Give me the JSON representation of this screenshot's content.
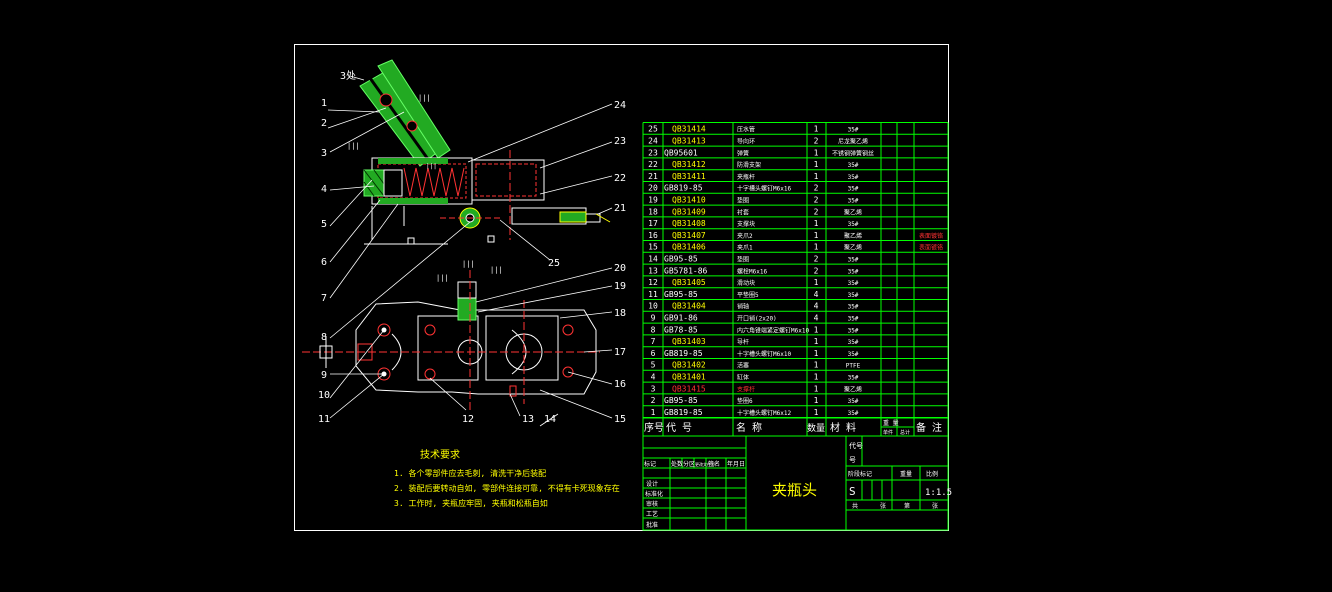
{
  "colors": {
    "background": "#000000",
    "frame": "#ffffff",
    "table_line": "#00ff00",
    "text": "#ffffff",
    "code_yellow": "#ffff00",
    "code_highlight": "#ff3333",
    "part_fill": "#22aa22",
    "leader": "#ffffff",
    "center_line": "#ff0000",
    "dimension": "#00ffff",
    "section_hatch": "#33cc33"
  },
  "drawing": {
    "part_labels_left": [
      "1",
      "2",
      "3",
      "4",
      "5",
      "6",
      "7",
      "8",
      "9",
      "10",
      "11"
    ],
    "part_labels_right": [
      "24",
      "23",
      "22",
      "21",
      "25",
      "20",
      "19",
      "18",
      "17",
      "16",
      "15"
    ],
    "bottom_labels": [
      "12",
      "13",
      "14"
    ],
    "top_label": "3处",
    "tech_requirements": {
      "title": "技术要求",
      "items": [
        "1. 各个零部件应去毛刺, 清洗干净后装配",
        "2. 装配后要转动自如, 零部件连接可靠, 不得有卡死现象存在",
        "3. 工作时, 夹瓶应牢固, 夹瓶和松瓶自如"
      ]
    }
  },
  "bom": {
    "rows": [
      {
        "no": "25",
        "code": "QB31414",
        "name": "压水管",
        "qty": "1",
        "material": "35#",
        "note": "",
        "code_color": "yellow"
      },
      {
        "no": "24",
        "code": "QB31413",
        "name": "导向环",
        "qty": "2",
        "material": "尼龙聚乙烯",
        "note": "",
        "code_color": "yellow"
      },
      {
        "no": "23",
        "code": "QB95601",
        "name": "弹簧",
        "qty": "1",
        "material": "不锈钢弹簧钢丝",
        "note": "",
        "code_color": "white"
      },
      {
        "no": "22",
        "code": "QB31412",
        "name": "防滑支架",
        "qty": "1",
        "material": "35#",
        "note": "",
        "code_color": "yellow"
      },
      {
        "no": "21",
        "code": "QB31411",
        "name": "夹瓶杆",
        "qty": "1",
        "material": "35#",
        "note": "",
        "code_color": "yellow"
      },
      {
        "no": "20",
        "code": "GB819-85",
        "name": "十字槽头螺钉M6x16",
        "qty": "2",
        "material": "35#",
        "note": "",
        "code_color": "white"
      },
      {
        "no": "19",
        "code": "QB31410",
        "name": "垫圈",
        "qty": "2",
        "material": "35#",
        "note": "",
        "code_color": "yellow"
      },
      {
        "no": "18",
        "code": "QB31409",
        "name": "衬套",
        "qty": "2",
        "material": "聚乙烯",
        "note": "",
        "code_color": "yellow"
      },
      {
        "no": "17",
        "code": "QB31408",
        "name": "支撑块",
        "qty": "1",
        "material": "35#",
        "note": "",
        "code_color": "yellow"
      },
      {
        "no": "16",
        "code": "QB31407",
        "name": "夹爪2",
        "qty": "1",
        "material": "聚乙烯",
        "note": "表面镀铬",
        "code_color": "yellow"
      },
      {
        "no": "15",
        "code": "QB31406",
        "name": "夹爪1",
        "qty": "1",
        "material": "聚乙烯",
        "note": "表面镀铬",
        "code_color": "yellow"
      },
      {
        "no": "14",
        "code": "GB95-85",
        "name": "垫圈",
        "qty": "2",
        "material": "35#",
        "note": "",
        "code_color": "white"
      },
      {
        "no": "13",
        "code": "GB5781-86",
        "name": "螺栓M6x16",
        "qty": "2",
        "material": "35#",
        "note": "",
        "code_color": "white"
      },
      {
        "no": "12",
        "code": "QB31405",
        "name": "滑动块",
        "qty": "1",
        "material": "35#",
        "note": "",
        "code_color": "yellow"
      },
      {
        "no": "11",
        "code": "GB95-85",
        "name": "平垫圈5",
        "qty": "4",
        "material": "35#",
        "note": "",
        "code_color": "white"
      },
      {
        "no": "10",
        "code": "QB31404",
        "name": "销轴",
        "qty": "4",
        "material": "35#",
        "note": "",
        "code_color": "yellow"
      },
      {
        "no": "9",
        "code": "GB91-86",
        "name": "开口销(2x20)",
        "qty": "4",
        "material": "35#",
        "note": "",
        "code_color": "white"
      },
      {
        "no": "8",
        "code": "GB78-85",
        "name": "内六角锥端紧定螺钉M6x10",
        "qty": "1",
        "material": "35#",
        "note": "",
        "code_color": "white"
      },
      {
        "no": "7",
        "code": "QB31403",
        "name": "导杆",
        "qty": "1",
        "material": "35#",
        "note": "",
        "code_color": "yellow"
      },
      {
        "no": "6",
        "code": "GB819-85",
        "name": "十字槽头螺钉M6x10",
        "qty": "1",
        "material": "35#",
        "note": "",
        "code_color": "white"
      },
      {
        "no": "5",
        "code": "QB31402",
        "name": "活塞",
        "qty": "1",
        "material": "PTFE",
        "note": "",
        "code_color": "yellow"
      },
      {
        "no": "4",
        "code": "QB31401",
        "name": "缸体",
        "qty": "1",
        "material": "35#",
        "note": "",
        "code_color": "yellow"
      },
      {
        "no": "3",
        "code": "QB31415",
        "name": "支撑杆",
        "qty": "1",
        "material": "聚乙烯",
        "note": "",
        "code_color": "red"
      },
      {
        "no": "2",
        "code": "GB95-85",
        "name": "垫圈6",
        "qty": "1",
        "material": "35#",
        "note": "",
        "code_color": "white"
      },
      {
        "no": "1",
        "code": "GB819-85",
        "name": "十字槽头螺钉M6x12",
        "qty": "1",
        "material": "35#",
        "note": "",
        "code_color": "white"
      }
    ],
    "header": {
      "no": "序号",
      "code": "代    号",
      "name": "名    称",
      "qty": "数量",
      "material": "材    料",
      "unit_weight": "单件",
      "total_weight": "总计",
      "weight": "重 量",
      "note": "备  注"
    }
  },
  "title_block": {
    "drawing_title": "夹瓶头",
    "stage_mark": "S",
    "scale": "1:1.5",
    "left_labels": [
      "标记",
      "处数",
      "分区",
      "更改文件号",
      "签名",
      "年月日",
      "设计",
      "标准化",
      "审核",
      "工艺",
      "批准"
    ],
    "right_labels": [
      "阶段标记",
      "重量",
      "比例",
      "共",
      "张",
      "第",
      "张"
    ],
    "code_label": "代号",
    "code_label_2": "号"
  }
}
